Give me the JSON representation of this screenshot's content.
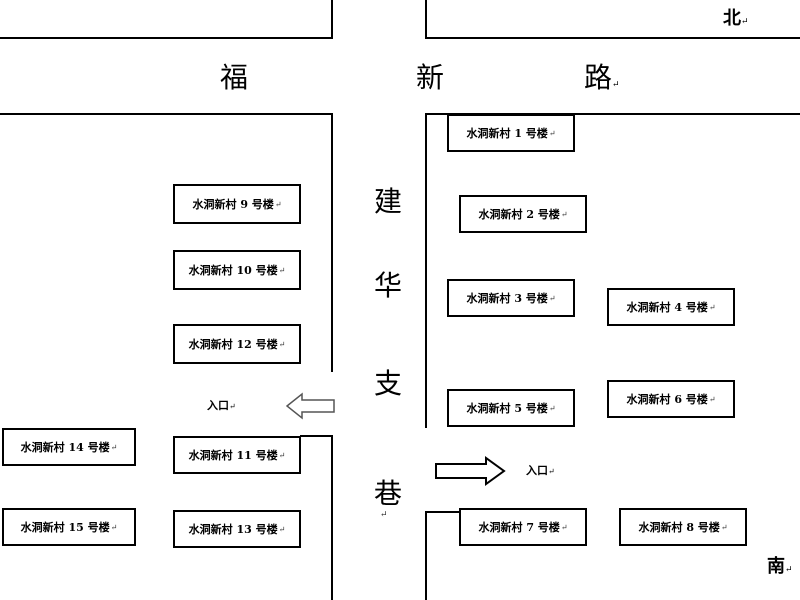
{
  "directions": {
    "north": "北",
    "south": "南"
  },
  "roads": {
    "main": [
      "福",
      "新",
      "路"
    ],
    "branch": [
      "建",
      "华",
      "支",
      "巷"
    ]
  },
  "entrances": {
    "left": "入口",
    "right": "入口"
  },
  "paragraph_mark": "↵",
  "buildings": {
    "b1": "水洞新村 1 号楼",
    "b2": "水洞新村 2 号楼",
    "b3": "水洞新村 3 号楼",
    "b4": "水洞新村 4 号楼",
    "b5": "水洞新村 5 号楼",
    "b6": "水洞新村 6 号楼",
    "b7": "水洞新村 7 号楼",
    "b8": "水洞新村 8 号楼",
    "b9": "水洞新村 9 号楼",
    "b10": "水洞新村 10 号楼",
    "b11": "水洞新村 11 号楼",
    "b12": "水洞新村 12 号楼",
    "b13": "水洞新村 13 号楼",
    "b14": "水洞新村 14 号楼",
    "b15": "水洞新村 15 号楼"
  }
}
